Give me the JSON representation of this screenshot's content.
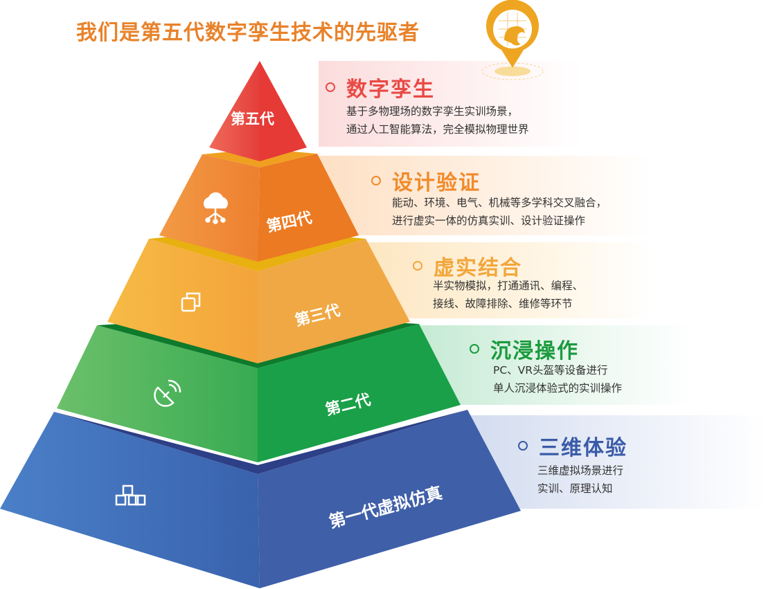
{
  "title": "我们是第五代数字孪生技术的先驱者",
  "tiers": [
    {
      "label": "第五代",
      "heading": "数字孪生",
      "lines": [
        "基于多物理场的数字孪生实训场景，",
        "通过人工智能算法，完全模拟物理世界"
      ],
      "color": "#e84a45",
      "icon": "none"
    },
    {
      "label": "第四代",
      "heading": "设计验证",
      "lines": [
        "能动、环境、电气、机械等多学科交叉融合，",
        "进行虚实一体的仿真实训、设计验证操作"
      ],
      "color": "#f08a2a",
      "icon": "cloud-network-icon"
    },
    {
      "label": "第三代",
      "heading": "虚实结合",
      "lines": [
        "半实物模拟，打通通讯、编程、",
        "接线、故障排除、维修等环节"
      ],
      "color": "#f2a63a",
      "icon": "overlapping-squares-icon"
    },
    {
      "label": "第二代",
      "heading": "沉浸操作",
      "lines": [
        "PC、VR头盔等设备进行",
        "单人沉浸体验式的实训操作"
      ],
      "color": "#1a9a3c",
      "icon": "satellite-dish-icon"
    },
    {
      "label": "第一代虚拟仿真",
      "heading": "三维体验",
      "lines": [
        "三维虚拟场景进行",
        "实训、原理认知"
      ],
      "color": "#3a5ba8",
      "icon": "cubes-icon"
    }
  ]
}
